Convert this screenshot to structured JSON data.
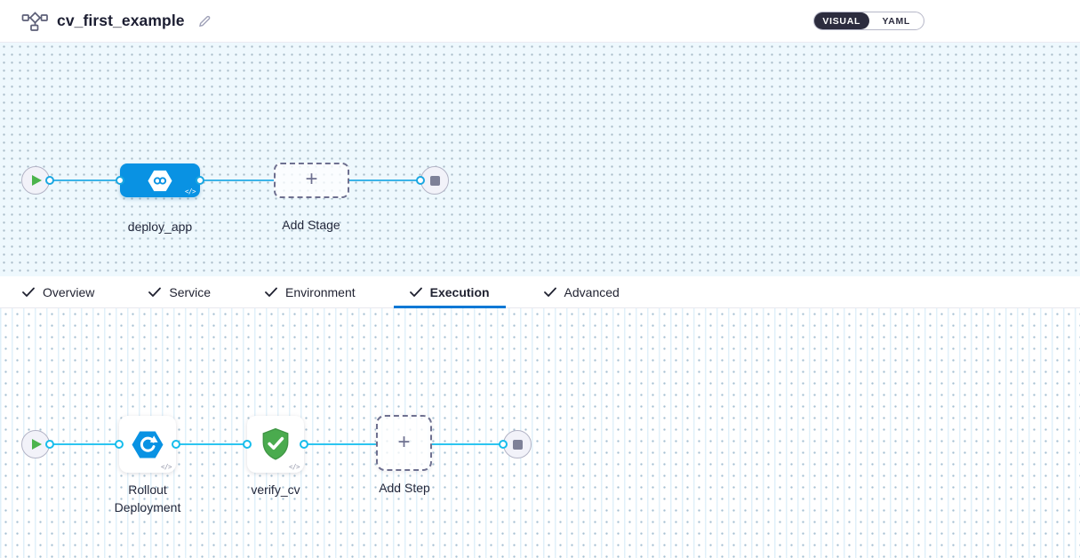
{
  "header": {
    "title": "cv_first_example",
    "icons": {
      "pipeline": "pipeline-flowchart-icon",
      "edit": "pencil-icon"
    },
    "view_toggle": {
      "visual": "VISUAL",
      "yaml": "YAML",
      "selected": "VISUAL"
    }
  },
  "stage_canvas": {
    "start_node": "play",
    "end_node": "stop",
    "stage": {
      "label": "deploy_app",
      "icon": "cd-hexagon-infinity-icon",
      "code_badge": "</>"
    },
    "add_stage": {
      "label": "Add Stage",
      "plus": "+"
    }
  },
  "tabs": {
    "active": "Execution",
    "items": [
      {
        "label": "Overview",
        "checked": true
      },
      {
        "label": "Service",
        "checked": true
      },
      {
        "label": "Environment",
        "checked": true
      },
      {
        "label": "Execution",
        "checked": true
      },
      {
        "label": "Advanced",
        "checked": true
      }
    ]
  },
  "execution_canvas": {
    "start_node": "play",
    "end_node": "stop",
    "steps": [
      {
        "label": "Rollout Deployment",
        "icon": "rollout-hexagon-arrow-icon",
        "code_badge": "</>"
      },
      {
        "label": "verify_cv",
        "icon": "shield-check-icon",
        "code_badge": "</>"
      }
    ],
    "add_step": {
      "label": "Add Step",
      "plus": "+"
    }
  },
  "colors": {
    "stage_blue": "#0992e3",
    "stage_line": "#3db4e8",
    "exec_line": "#2cc5f0",
    "active_tab_underline": "#0278d5",
    "verify_green": "#4aab4e",
    "play_green": "#4cb44c",
    "toggle_dark": "#2c2c3e",
    "canvas_bg": "#eef8fd"
  }
}
